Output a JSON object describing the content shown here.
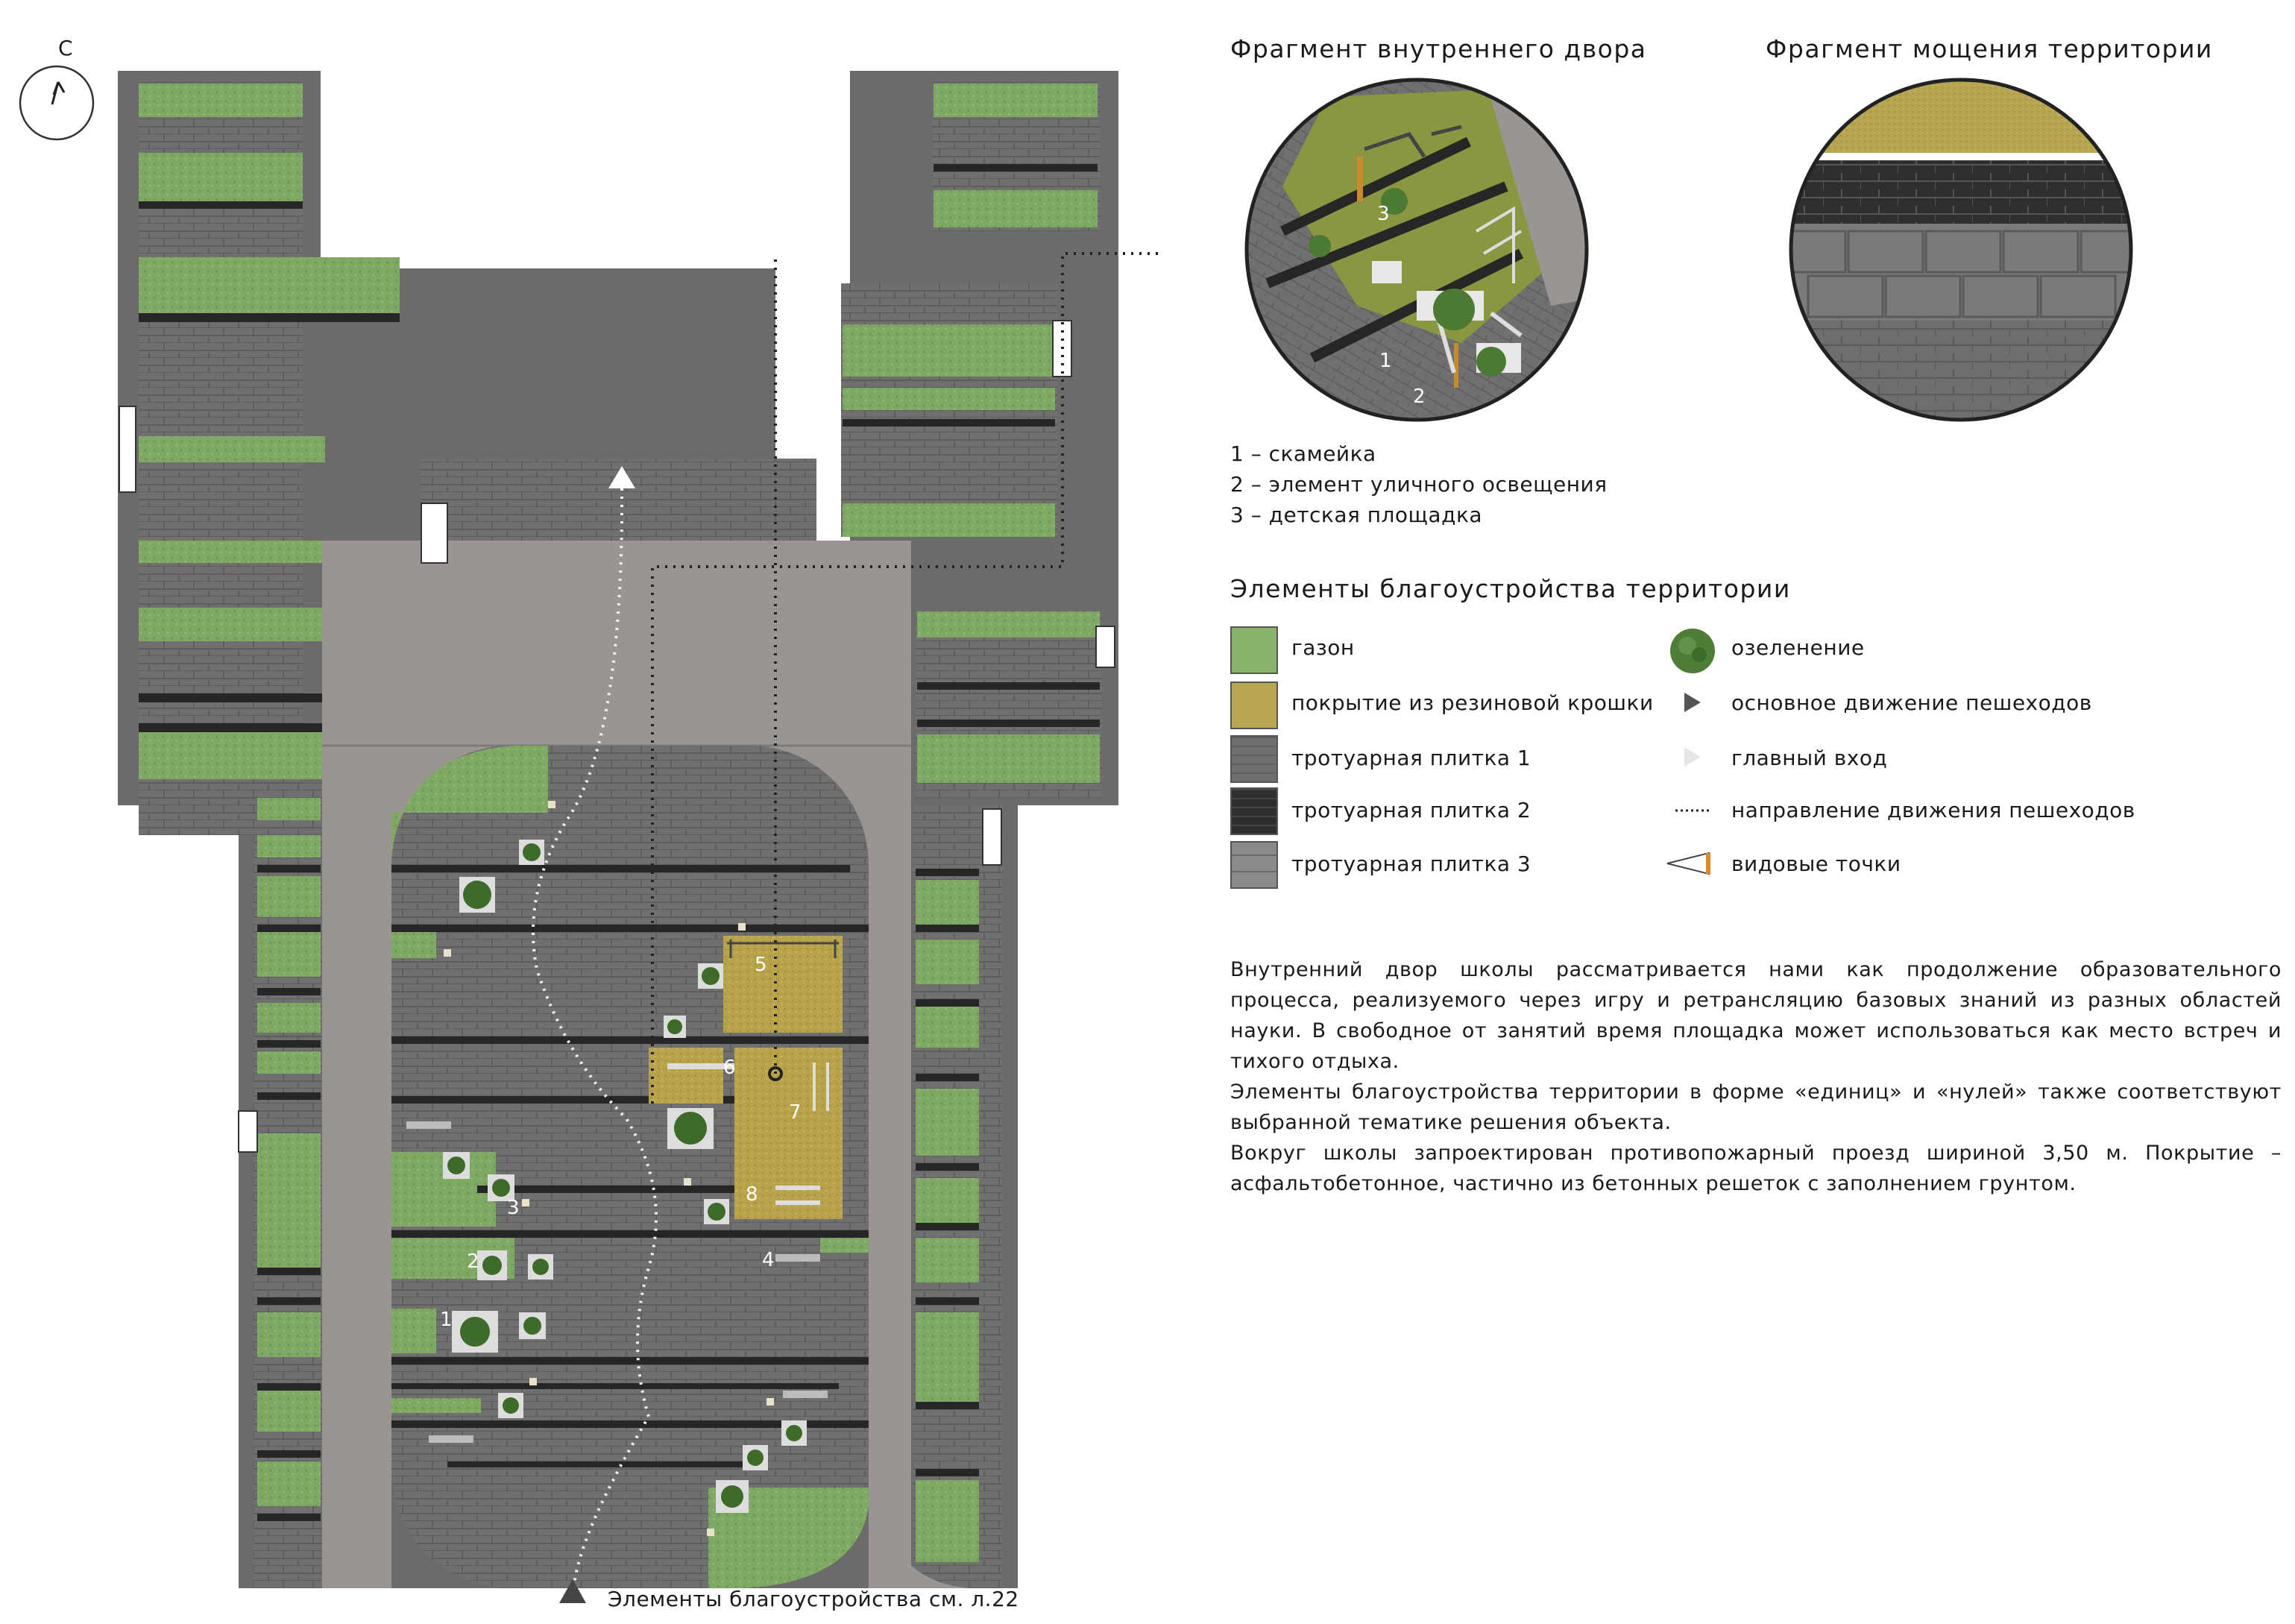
{
  "north_label": "С",
  "fragment_courtyard_title": "Фрагмент внутреннего двора",
  "fragment_paving_title": "Фрагмент мощения территории",
  "courtyard_items": [
    "1 – скамейка",
    "2 – элемент уличного освещения",
    "3 – детская площадка"
  ],
  "legend_title": "Элементы благоустройства территории",
  "legend_left": [
    {
      "label": "газон",
      "color": "#8ab36a"
    },
    {
      "label": "покрытие из резиновой крошки",
      "color": "#b7a650"
    },
    {
      "label": "тротуарная плитка 1",
      "color": "#6e6e6e"
    },
    {
      "label": "тротуарная плитка 2",
      "color": "#2e2e2e"
    },
    {
      "label": "тротуарная плитка 3",
      "color": "#8a8a8a"
    }
  ],
  "legend_right": [
    {
      "label": "озеленение",
      "icon": "tree-icon"
    },
    {
      "label": "основное движение пешеходов",
      "icon": "triangle-dark-icon"
    },
    {
      "label": "главный вход",
      "icon": "triangle-light-icon"
    },
    {
      "label": "направление движения пешеходов",
      "icon": "dotted-line-icon"
    },
    {
      "label": "видовые точки",
      "icon": "view-point-icon"
    }
  ],
  "description": [
    "Внутренний двор школы рассматривается нами как продолжение образовательного процесса, реализуемого через игру и ретрансляцию базовых знаний из разных областей науки. В свободное от занятий время площадка может использоваться как место встреч и тихого отдыха.",
    "Элементы благоустройства территории в форме «единиц» и «нулей» также соответствуют выбранной тематике решения объекта.",
    "Вокруг школы запроектирован противопожарный проезд шириной 3,50 м. Покрытие – асфальтобетонное, частично из бетонных решеток с заполнением грунтом."
  ],
  "plan_numbers": [
    "1",
    "2",
    "3",
    "4",
    "5",
    "6",
    "7",
    "8"
  ],
  "courtyard_fragment_numbers": [
    "1",
    "2",
    "3"
  ],
  "footer_note": "Элементы благоустройства см. л.22",
  "colors": {
    "building": "#6b6b6b",
    "lawn": "#7fa862",
    "rubber": "#b8a24a",
    "tile_dark": "#262626",
    "path": "#9a9592"
  }
}
